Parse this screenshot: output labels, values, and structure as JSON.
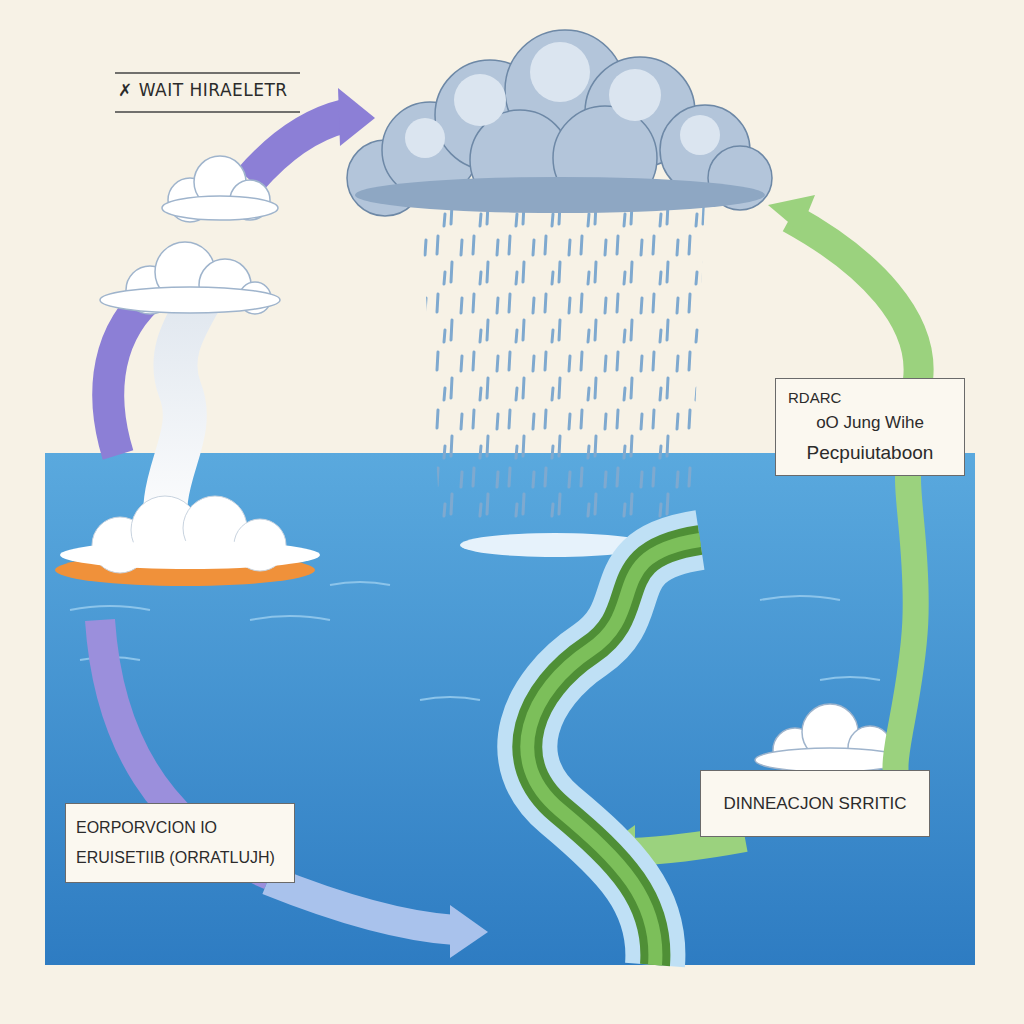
{
  "diagram": {
    "nodes": [
      {
        "text": [
          "RDARC",
          "oO Jung Wihe",
          "Pecpuiutaboon"
        ]
      },
      {
        "text": [
          "DINNEACJON SRRITIC"
        ]
      },
      {
        "text": [
          "EORPORVCION IO",
          "ERUISETIIB (ORRATLUJH)"
        ]
      }
    ],
    "edges": [
      {
        "from": 0,
        "to": 1,
        "arrow": "none"
      }
    ],
    "labels": [
      "✗ WAIT HIRAELETR"
    ]
  }
}
